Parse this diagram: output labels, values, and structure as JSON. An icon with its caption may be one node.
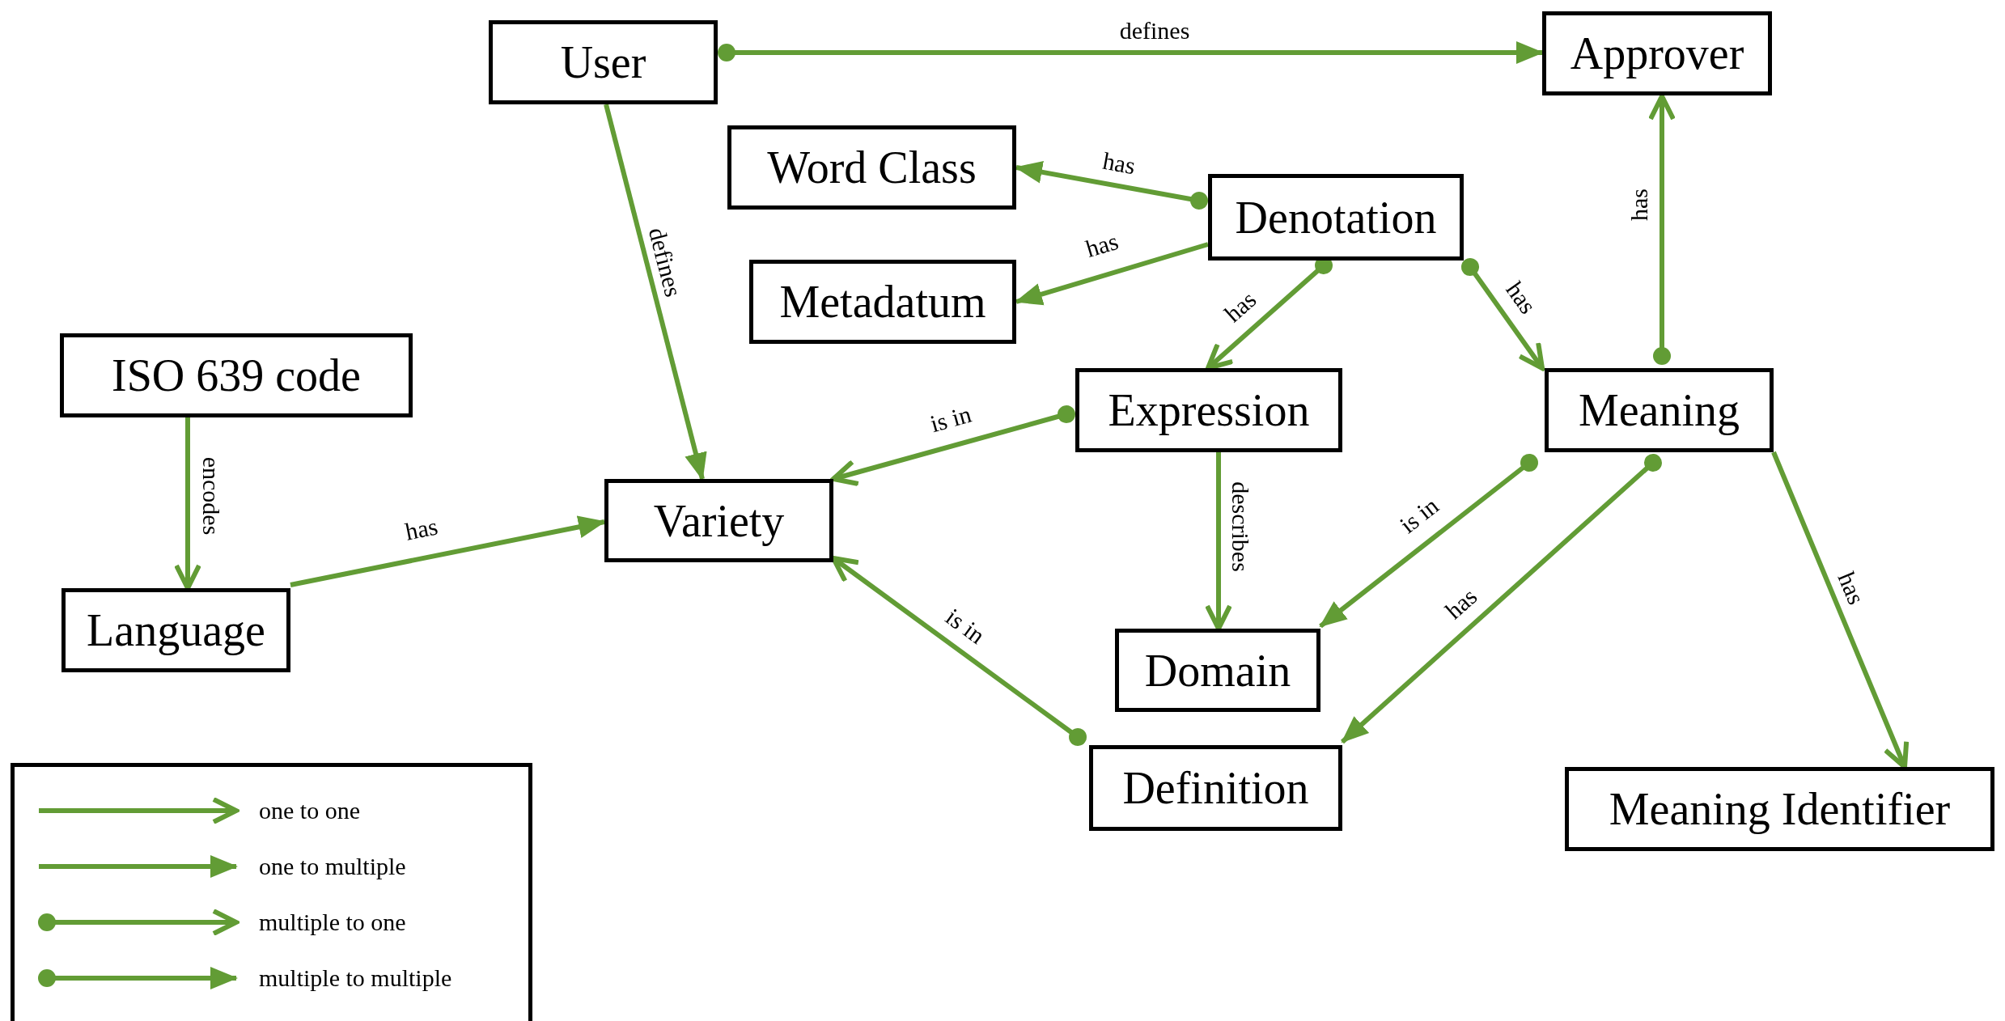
{
  "diagram": {
    "nodes": [
      {
        "text": [
          "User"
        ]
      },
      {
        "text": [
          "Approver"
        ]
      },
      {
        "text": [
          "Word Class"
        ]
      },
      {
        "text": [
          "Denotation"
        ]
      },
      {
        "text": [
          "Metadatum"
        ]
      },
      {
        "text": [
          "ISO 639 code"
        ]
      },
      {
        "text": [
          "Expression"
        ]
      },
      {
        "text": [
          "Meaning"
        ]
      },
      {
        "text": [
          "Variety"
        ]
      },
      {
        "text": [
          "Language"
        ]
      },
      {
        "text": [
          "Domain"
        ]
      },
      {
        "text": [
          "Definition"
        ]
      },
      {
        "text": [
          "Meaning Identifier"
        ]
      }
    ],
    "edges": [
      {
        "from": 0,
        "to": 1,
        "arrow": "to",
        "label": "defines"
      },
      {
        "from": 0,
        "to": 8,
        "arrow": "to",
        "label": "defines"
      },
      {
        "from": 3,
        "to": 2,
        "arrow": "to",
        "label": "has"
      },
      {
        "from": 3,
        "to": 4,
        "arrow": "to",
        "label": "has"
      },
      {
        "from": 3,
        "to": 6,
        "arrow": "to",
        "label": "has"
      },
      {
        "from": 3,
        "to": 7,
        "arrow": "to",
        "label": "has"
      },
      {
        "from": 7,
        "to": 1,
        "arrow": "to",
        "label": "has"
      },
      {
        "from": 5,
        "to": 9,
        "arrow": "to",
        "label": "encodes"
      },
      {
        "from": 9,
        "to": 8,
        "arrow": "to",
        "label": "has"
      },
      {
        "from": 6,
        "to": 8,
        "arrow": "to",
        "label": "is in"
      },
      {
        "from": 6,
        "to": 10,
        "arrow": "to",
        "label": "describes"
      },
      {
        "from": 11,
        "to": 8,
        "arrow": "to",
        "label": "is in"
      },
      {
        "from": 7,
        "to": 10,
        "arrow": "to",
        "label": "is in"
      },
      {
        "from": 7,
        "to": 11,
        "arrow": "to",
        "label": "has"
      },
      {
        "from": 7,
        "to": 12,
        "arrow": "to",
        "label": "has"
      }
    ],
    "legend": [
      {
        "text": "one to one"
      },
      {
        "text": "one to multiple"
      },
      {
        "text": "multiple to one"
      },
      {
        "text": "multiple to multiple"
      }
    ]
  }
}
